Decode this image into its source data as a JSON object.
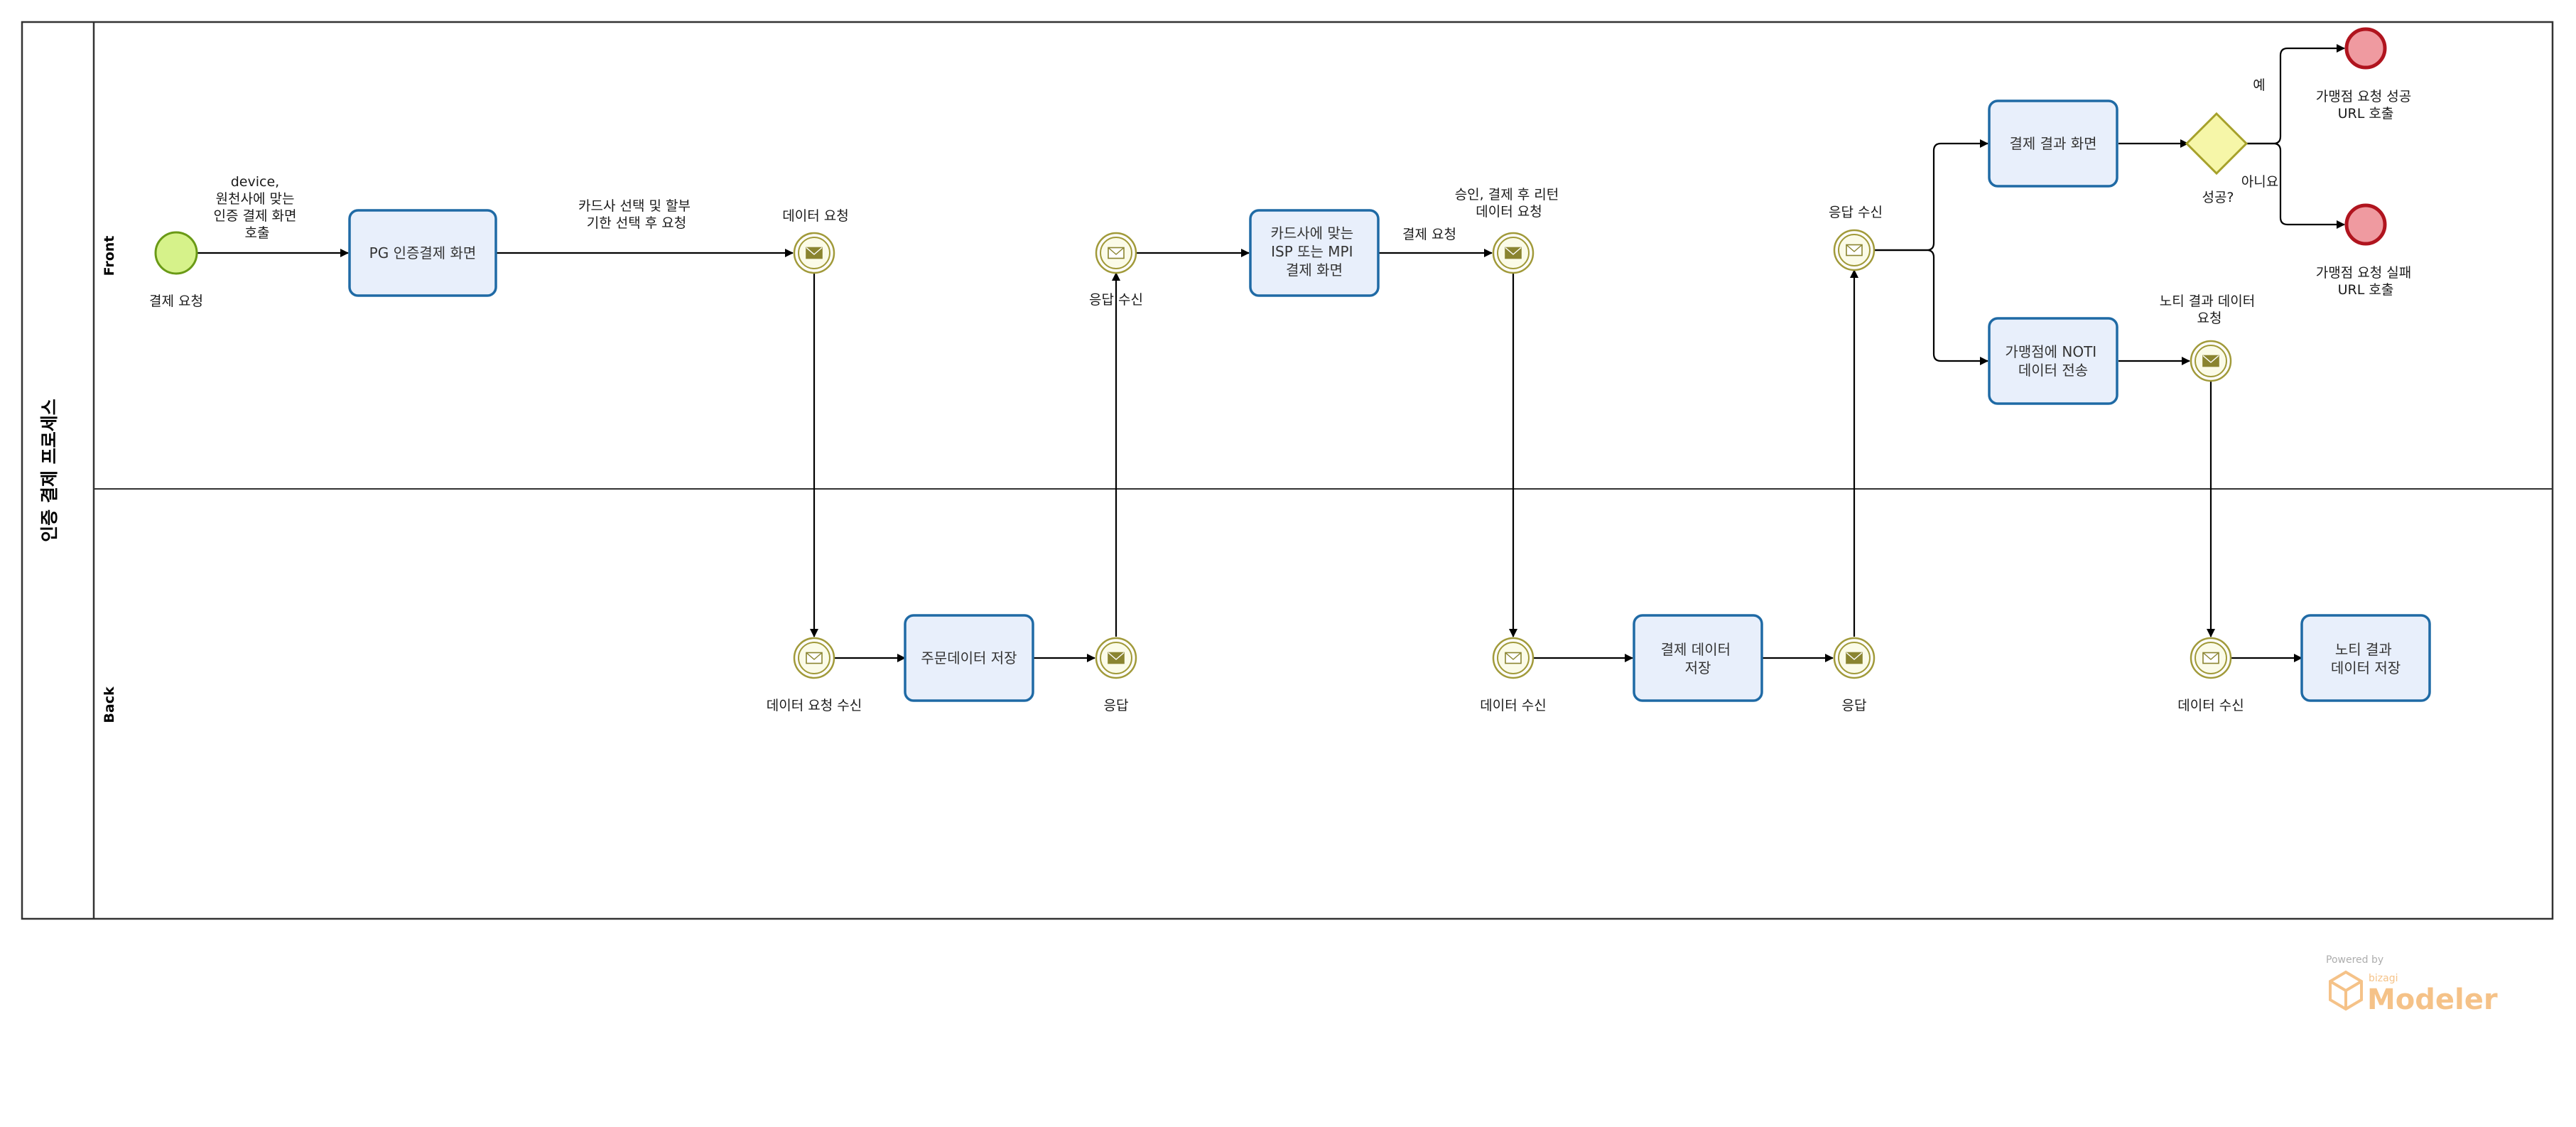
{
  "pool": {
    "label": "인증 결제 프로세스"
  },
  "lanes": {
    "front": "Front",
    "back": "Back"
  },
  "start_label": "결제 요청",
  "start_flow_label": [
    "device,",
    "원천사에 맞는",
    "인증 결제 화면",
    "호출"
  ],
  "task_pg": [
    "PG 인증결제 화면"
  ],
  "flow_card_label": [
    "카드사 선택 및 할부",
    "기한 선택 후 요청"
  ],
  "msg_data_request": "데이터 요청",
  "msg_data_request_recv": "데이터 요청 수신",
  "task_order_save": [
    "주문데이터 저장"
  ],
  "msg_response1": "응답",
  "msg_response_recv1": "응답 수신",
  "task_card_screen": [
    "카드사에 맞는",
    "ISP 또는 MPI",
    "결제 화면"
  ],
  "flow_pay_request": "결제 요청",
  "msg_approve": [
    "승인, 결제 후 리턴",
    "데이터 요청"
  ],
  "msg_data_recv1": "데이터 수신",
  "task_pay_save": [
    "결제 데이터",
    "저장"
  ],
  "msg_response2": "응답",
  "msg_response_recv2": "응답 수신",
  "task_result_screen": [
    "결제 결과 화면"
  ],
  "task_noti_send": [
    "가맹점에 NOTI",
    "데이터 전송"
  ],
  "gateway_label": "성공?",
  "flow_yes": "예",
  "flow_no": "아니요",
  "end_success": [
    "가맹점 요청 성공",
    "URL 호출"
  ],
  "end_fail": [
    "가맹점 요청 실패",
    "URL 호출"
  ],
  "msg_noti_request": [
    "노티 결과 데이터",
    "요청"
  ],
  "msg_data_recv2": "데이터 수신",
  "task_noti_save": [
    "노티 결과",
    "데이터 저장"
  ],
  "watermark": {
    "powered": "Powered by",
    "brand_small": "bizagi",
    "brand": "Modeler"
  },
  "colors": {
    "task_fill": "#e8effb",
    "task_stroke": "#1f6aa5",
    "start_fill": "#d6f28a",
    "start_stroke": "#6a9a16",
    "end_fill": "#ef9aa0",
    "end_stroke": "#b0141e",
    "gateway_fill": "#f6f6a8",
    "gateway_stroke": "#a6a12a",
    "message_stroke": "#a19a3a",
    "watermark": "#f3b46b"
  }
}
